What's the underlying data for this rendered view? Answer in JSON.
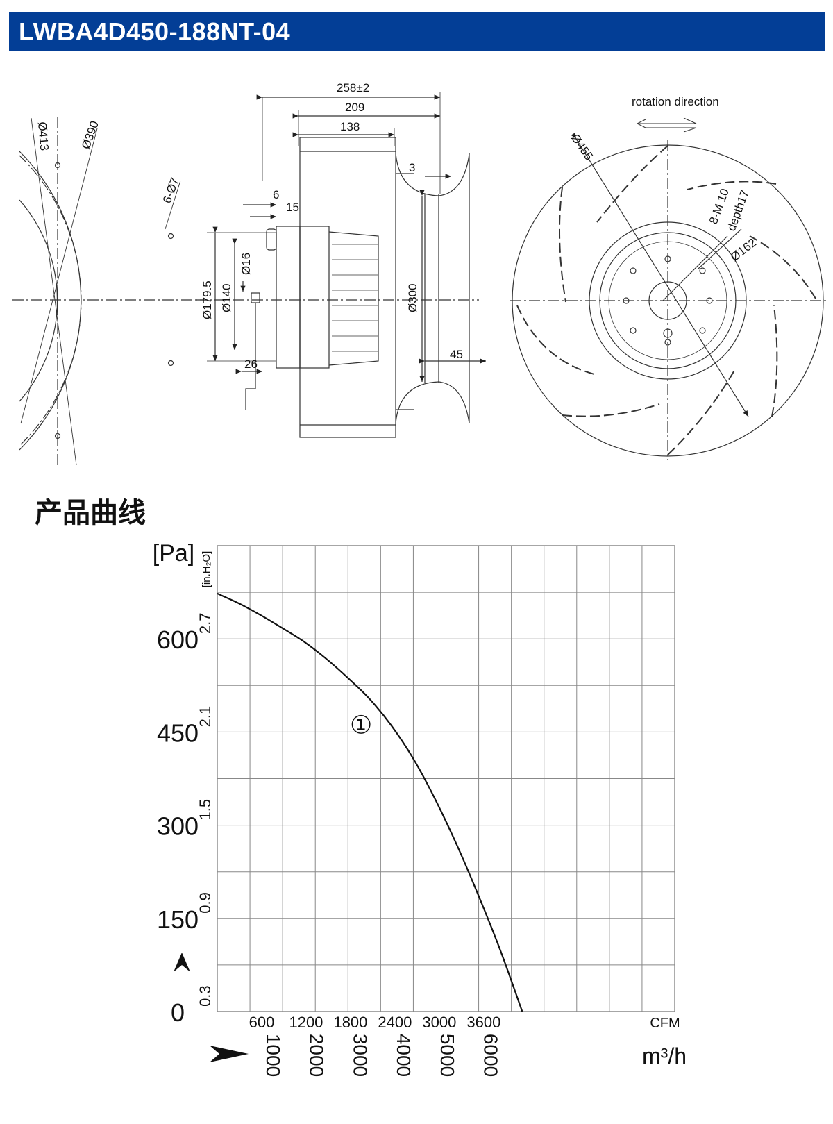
{
  "header": {
    "model": "LWBA4D450-188NT-04"
  },
  "drawing": {
    "rotation_label": "rotation direction",
    "dims": {
      "d413": "Ø413",
      "d390": "Ø390",
      "holes": "6-Ø7",
      "w258": "258±2",
      "w209": "209",
      "w138": "138",
      "d3": "3",
      "d6": "6",
      "d15": "15",
      "d16": "Ø16",
      "d1795": "Ø179.5",
      "d140": "Ø140",
      "d26": "26",
      "d300": "Ø300",
      "d45": "45",
      "d455": "Ø455",
      "m10": "8-M 10",
      "depth": "depth17",
      "d162": "Ø162"
    }
  },
  "section": {
    "title": "产品曲线"
  },
  "chart_data": {
    "type": "line",
    "title": "",
    "ylabel": "[Pa]",
    "ylabel_secondary": "[in.H₂O]",
    "xlabel": "m³/h",
    "xlabel_secondary": "CFM",
    "xlim": [
      0,
      10500
    ],
    "ylim": [
      0,
      750
    ],
    "y_ticks": [
      0,
      150,
      300,
      450,
      600
    ],
    "y_ticks_secondary": [
      "0.3",
      "0.9",
      "1.5",
      "2.1",
      "2.7"
    ],
    "x_ticks": [
      1000,
      2000,
      3000,
      4000,
      5000,
      6000
    ],
    "x_ticks_secondary": [
      "600",
      "1200",
      "1800",
      "2400",
      "3000",
      "3600"
    ],
    "curve_label": "①",
    "series": [
      {
        "x": [
          0,
          500,
          1000,
          1500,
          2000,
          2500,
          3000,
          3500,
          4000,
          4500,
          5000,
          5500,
          6000,
          6500,
          7000
        ],
        "y": [
          673,
          657,
          638,
          617,
          595,
          568,
          537,
          503,
          460,
          407,
          342,
          268,
          186,
          98,
          0
        ]
      }
    ]
  }
}
